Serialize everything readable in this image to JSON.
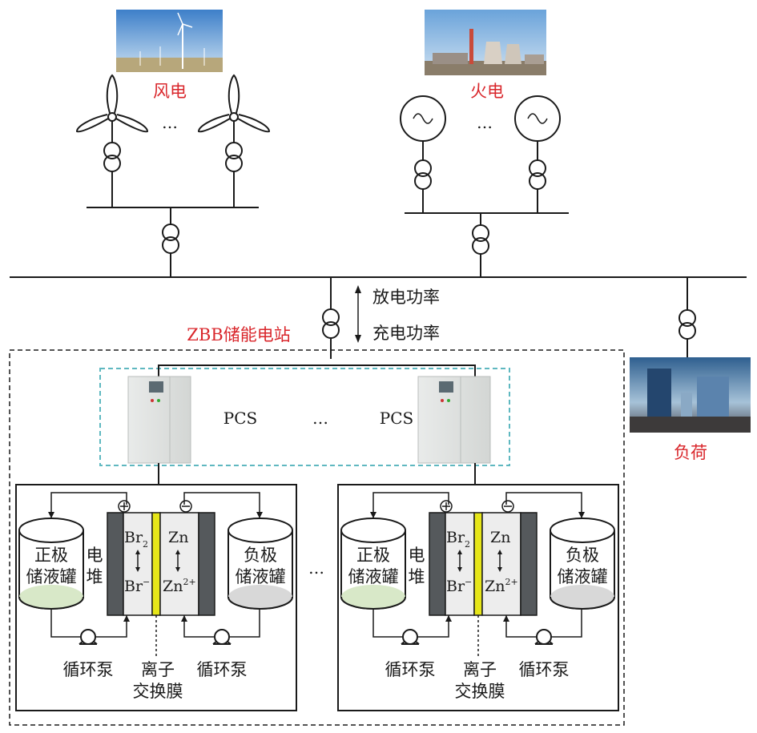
{
  "labels": {
    "wind": "风电",
    "thermal": "火电",
    "load": "负荷",
    "station": "ZBB储能电站",
    "discharge": "放电功率",
    "charge": "充电功率",
    "pcs": "PCS",
    "ellipsis": "…"
  },
  "units": [
    {
      "pos_tank": [
        "正极",
        "储液罐"
      ],
      "neg_tank": [
        "负极",
        "储液罐"
      ],
      "stack": [
        "电",
        "堆"
      ],
      "left_top": "Br",
      "left_top_sub": "2",
      "left_bot": "Br",
      "left_bot_sup": "−",
      "right_top": "Zn",
      "right_bot": "Zn",
      "right_bot_sup": "2+",
      "pump": "循环泵",
      "membrane": [
        "离子",
        "交换膜"
      ]
    },
    {
      "pos_tank": [
        "正极",
        "储液罐"
      ],
      "neg_tank": [
        "负极",
        "储液罐"
      ],
      "stack": [
        "电",
        "堆"
      ],
      "left_top": "Br",
      "left_top_sub": "2",
      "left_bot": "Br",
      "left_bot_sup": "−",
      "right_top": "Zn",
      "right_bot": "Zn",
      "right_bot_sup": "2+",
      "pump": "循环泵",
      "membrane": [
        "离子",
        "交换膜"
      ]
    }
  ],
  "colors": {
    "label_red": "#d9262b",
    "membrane": "#e6e619",
    "pcs_border": "#5fb8c0",
    "pos_electrolyte": "#d8e8c8",
    "neg_electrolyte": "#d8d8d8"
  },
  "icons": [
    "wind-turbine-icon",
    "generator-icon",
    "transformer-icon",
    "pump-icon",
    "wind-farm-photo",
    "power-plant-photo",
    "city-buildings-photo",
    "pcs-cabinet-photo"
  ]
}
